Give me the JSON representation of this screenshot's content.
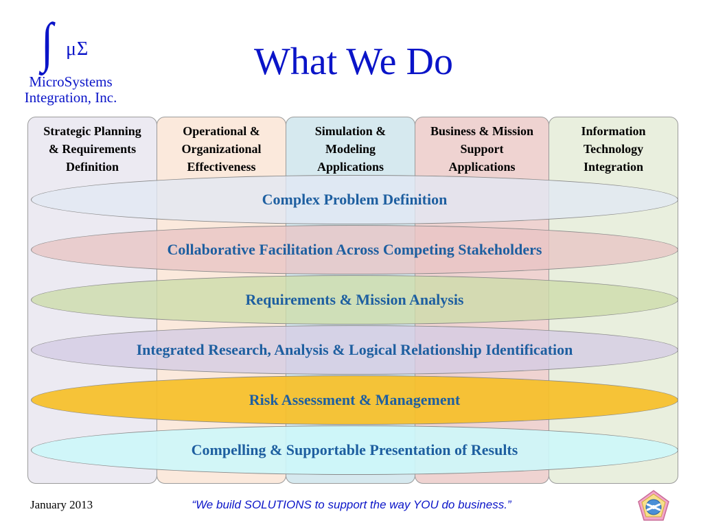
{
  "logo": {
    "integral": "∫",
    "mu_sigma": "μΣ",
    "name_line1": "MicroSystems",
    "name_line2": "Integration, Inc."
  },
  "title": "What We Do",
  "columns": [
    {
      "label_lines": [
        "Strategic Planning",
        "& Requirements",
        "Definition"
      ],
      "color": "#eceaf2"
    },
    {
      "label_lines": [
        "Operational &",
        "Organizational",
        "Effectiveness"
      ],
      "color": "#fbe9dc"
    },
    {
      "label_lines": [
        "Simulation &",
        "Modeling",
        "Applications"
      ],
      "color": "#d6e9ef"
    },
    {
      "label_lines": [
        "Business & Mission",
        "Support",
        "Applications"
      ],
      "color": "#efd3d1"
    },
    {
      "label_lines": [
        "Information",
        "Technology",
        "Integration"
      ],
      "color": "#e9efde"
    }
  ],
  "bands": [
    {
      "label": "Complex Problem Definition",
      "color": "rgba(225, 232, 244, 0.78)"
    },
    {
      "label": "Collaborative Facilitation Across Competing Stakeholders",
      "color": "rgba(232, 196, 196, 0.78)"
    },
    {
      "label": "Requirements & Mission Analysis",
      "color": "rgba(205, 220, 170, 0.80)"
    },
    {
      "label": "Integrated Research, Analysis & Logical Relationship Identification",
      "color": "rgba(212, 204, 228, 0.80)"
    },
    {
      "label": "Risk Assessment & Management",
      "color": "rgba(246, 192, 42, 0.93)"
    },
    {
      "label": "Compelling & Supportable Presentation of Results",
      "color": "rgba(205, 247, 249, 0.90)"
    }
  ],
  "footer": {
    "date": "January 2013",
    "tagline": "“We build SOLUTIONS to support the way YOU do business.”"
  },
  "icons": {
    "footer_icon": "pentagon-seal-icon"
  }
}
